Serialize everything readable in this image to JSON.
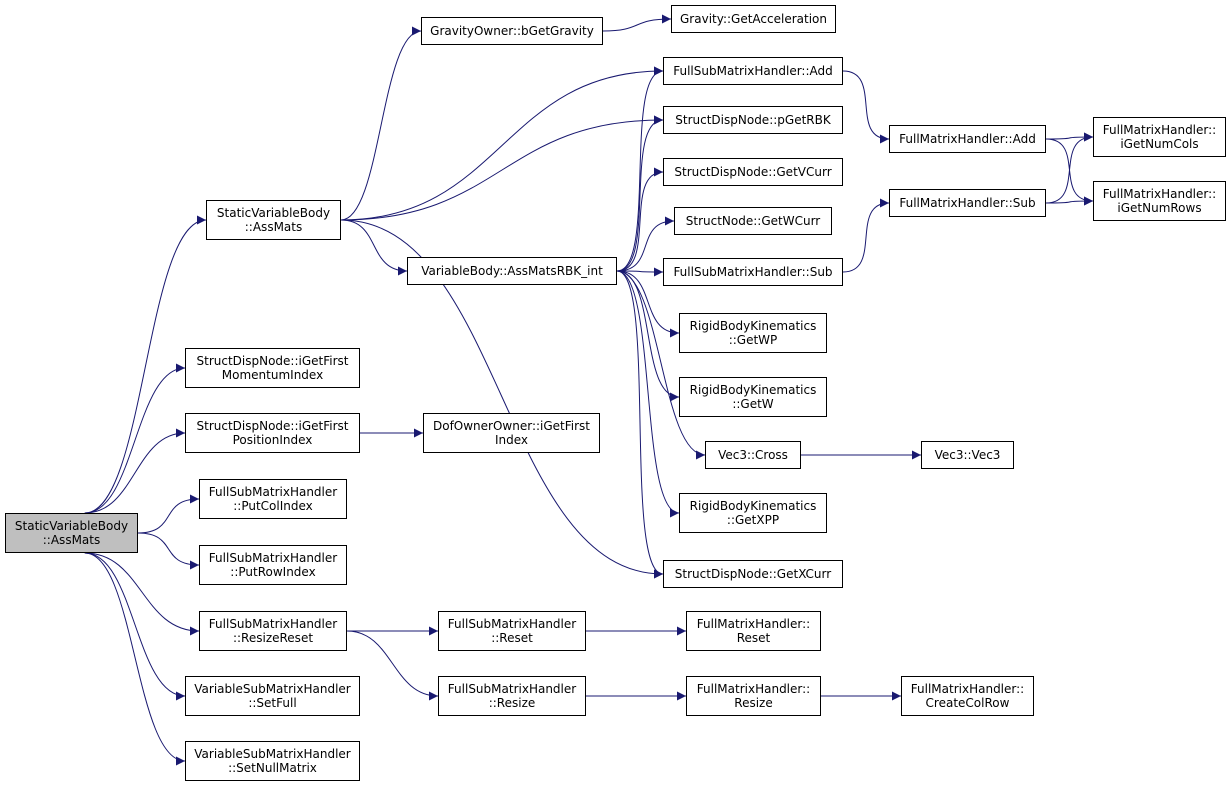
{
  "colors": {
    "edge": "#191970",
    "node_border": "#000000",
    "node_fill": "#ffffff",
    "root_fill": "#bfbfbf"
  },
  "nodes": [
    {
      "id": "root",
      "lines": [
        "StaticVariableBody",
        "::AssMats"
      ],
      "root": true
    },
    {
      "id": "svb_assmats",
      "lines": [
        "StaticVariableBody",
        "::AssMats"
      ]
    },
    {
      "id": "sdn_momentum",
      "lines": [
        "StructDispNode::iGetFirst",
        "MomentumIndex"
      ]
    },
    {
      "id": "sdn_position",
      "lines": [
        "StructDispNode::iGetFirst",
        "PositionIndex"
      ]
    },
    {
      "id": "fsmh_putcol",
      "lines": [
        "FullSubMatrixHandler",
        "::PutColIndex"
      ]
    },
    {
      "id": "fsmh_putrow",
      "lines": [
        "FullSubMatrixHandler",
        "::PutRowIndex"
      ]
    },
    {
      "id": "fsmh_resizereset",
      "lines": [
        "FullSubMatrixHandler",
        "::ResizeReset"
      ]
    },
    {
      "id": "vsmh_setfull",
      "lines": [
        "VariableSubMatrixHandler",
        "::SetFull"
      ]
    },
    {
      "id": "vsmh_setnull",
      "lines": [
        "VariableSubMatrixHandler",
        "::SetNullMatrix"
      ]
    },
    {
      "id": "go_bgetgravity",
      "lines": [
        "GravityOwner::bGetGravity"
      ]
    },
    {
      "id": "vb_assmatsrbk",
      "lines": [
        "VariableBody::AssMatsRBK_int"
      ]
    },
    {
      "id": "doo_getfirst",
      "lines": [
        "DofOwnerOwner::iGetFirst",
        "Index"
      ]
    },
    {
      "id": "fsmh_reset",
      "lines": [
        "FullSubMatrixHandler",
        "::Reset"
      ]
    },
    {
      "id": "fsmh_resize",
      "lines": [
        "FullSubMatrixHandler",
        "::Resize"
      ]
    },
    {
      "id": "g_getacc",
      "lines": [
        "Gravity::GetAcceleration"
      ]
    },
    {
      "id": "fsmh_add",
      "lines": [
        "FullSubMatrixHandler::Add"
      ]
    },
    {
      "id": "sdn_pgetrbk",
      "lines": [
        "StructDispNode::pGetRBK"
      ]
    },
    {
      "id": "sdn_getvcurr",
      "lines": [
        "StructDispNode::GetVCurr"
      ]
    },
    {
      "id": "sn_getwcurr",
      "lines": [
        "StructNode::GetWCurr"
      ]
    },
    {
      "id": "fsmh_sub",
      "lines": [
        "FullSubMatrixHandler::Sub"
      ]
    },
    {
      "id": "rbk_getwp",
      "lines": [
        "RigidBodyKinematics",
        "::GetWP"
      ]
    },
    {
      "id": "rbk_getw",
      "lines": [
        "RigidBodyKinematics",
        "::GetW"
      ]
    },
    {
      "id": "vec3_cross",
      "lines": [
        "Vec3::Cross"
      ]
    },
    {
      "id": "rbk_getxpp",
      "lines": [
        "RigidBodyKinematics",
        "::GetXPP"
      ]
    },
    {
      "id": "sdn_getxcurr",
      "lines": [
        "StructDispNode::GetXCurr"
      ]
    },
    {
      "id": "fmh_reset",
      "lines": [
        "FullMatrixHandler::",
        "Reset"
      ]
    },
    {
      "id": "fmh_resize",
      "lines": [
        "FullMatrixHandler::",
        "Resize"
      ]
    },
    {
      "id": "fmh_add",
      "lines": [
        "FullMatrixHandler::Add"
      ]
    },
    {
      "id": "fmh_sub",
      "lines": [
        "FullMatrixHandler::Sub"
      ]
    },
    {
      "id": "vec3_vec3",
      "lines": [
        "Vec3::Vec3"
      ]
    },
    {
      "id": "fmh_createcolrow",
      "lines": [
        "FullMatrixHandler::",
        "CreateColRow"
      ]
    },
    {
      "id": "fmh_getnumcols",
      "lines": [
        "FullMatrixHandler::",
        "iGetNumCols"
      ]
    },
    {
      "id": "fmh_getnumrows",
      "lines": [
        "FullMatrixHandler::",
        "iGetNumRows"
      ]
    }
  ],
  "edges": [
    [
      "root",
      "svb_assmats"
    ],
    [
      "root",
      "sdn_momentum"
    ],
    [
      "root",
      "sdn_position"
    ],
    [
      "root",
      "fsmh_putcol"
    ],
    [
      "root",
      "fsmh_putrow"
    ],
    [
      "root",
      "fsmh_resizereset"
    ],
    [
      "root",
      "vsmh_setfull"
    ],
    [
      "root",
      "vsmh_setnull"
    ],
    [
      "svb_assmats",
      "go_bgetgravity"
    ],
    [
      "svb_assmats",
      "fsmh_add"
    ],
    [
      "svb_assmats",
      "sdn_pgetrbk"
    ],
    [
      "svb_assmats",
      "vb_assmatsrbk"
    ],
    [
      "svb_assmats",
      "sdn_getxcurr"
    ],
    [
      "go_bgetgravity",
      "g_getacc"
    ],
    [
      "vb_assmatsrbk",
      "fsmh_add"
    ],
    [
      "vb_assmatsrbk",
      "sdn_pgetrbk"
    ],
    [
      "vb_assmatsrbk",
      "sdn_getvcurr"
    ],
    [
      "vb_assmatsrbk",
      "sn_getwcurr"
    ],
    [
      "vb_assmatsrbk",
      "fsmh_sub"
    ],
    [
      "vb_assmatsrbk",
      "rbk_getwp"
    ],
    [
      "vb_assmatsrbk",
      "rbk_getw"
    ],
    [
      "vb_assmatsrbk",
      "vec3_cross"
    ],
    [
      "vb_assmatsrbk",
      "rbk_getxpp"
    ],
    [
      "vb_assmatsrbk",
      "sdn_getxcurr"
    ],
    [
      "sdn_position",
      "doo_getfirst"
    ],
    [
      "fsmh_resizereset",
      "fsmh_reset"
    ],
    [
      "fsmh_resizereset",
      "fsmh_resize"
    ],
    [
      "fsmh_reset",
      "fmh_reset"
    ],
    [
      "fsmh_resize",
      "fmh_resize"
    ],
    [
      "fmh_resize",
      "fmh_createcolrow"
    ],
    [
      "fsmh_add",
      "fmh_add"
    ],
    [
      "fsmh_sub",
      "fmh_sub"
    ],
    [
      "fmh_add",
      "fmh_getnumcols"
    ],
    [
      "fmh_add",
      "fmh_getnumrows"
    ],
    [
      "fmh_sub",
      "fmh_getnumcols"
    ],
    [
      "fmh_sub",
      "fmh_getnumrows"
    ],
    [
      "vec3_cross",
      "vec3_vec3"
    ]
  ]
}
